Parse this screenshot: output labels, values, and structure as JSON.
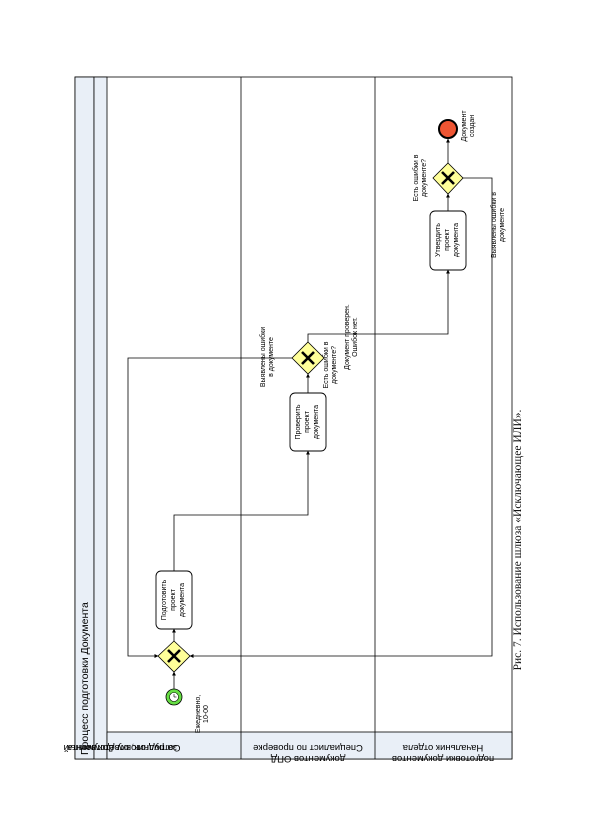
{
  "pool": {
    "title": "Процесс подготовки Документа"
  },
  "lanes": [
    {
      "line1": "Сотрудник, ответственный",
      "line2": "за подготовку Документа"
    },
    {
      "line1": "Специалист по проверке",
      "line2": "документов ОПД"
    },
    {
      "line1": "Начальник отдела",
      "line2": "подготовки документов"
    }
  ],
  "start_event": {
    "label1": "Ежедневно,",
    "label2": "10-00"
  },
  "tasks": {
    "prepare": {
      "line1": "Подготовить",
      "line2": "проект",
      "line3": "документа"
    },
    "check": {
      "line1": "Проверить",
      "line2": "проект",
      "line3": "документа"
    },
    "approve": {
      "line1": "Утвердить",
      "line2": "проект",
      "line3": "документа"
    }
  },
  "gateways": {
    "check_gateway": {
      "label1": "Есть ошибки в",
      "label2": "документе?"
    },
    "approve_gateway": {
      "label1": "Есть ошибки в",
      "label2": "документе?"
    }
  },
  "flows": {
    "check_errors": {
      "line1": "Выявлены ошибки",
      "line2": "в документе"
    },
    "check_ok": {
      "line1": "Документ проверен.",
      "line2": "Ошибок нет."
    },
    "approve_errors": {
      "line1": "Выявлены ошибки в",
      "line2": "документе"
    }
  },
  "end_event": {
    "label1": "Документ",
    "label2": "создан"
  },
  "caption": "Рис. 7. Использование шлюза «Исключающее ИЛИ».",
  "colors": {
    "gateway_fill": "#ffff99",
    "start_fill": "#66dd44",
    "end_fill": "#ee5533",
    "line": "#000000"
  }
}
